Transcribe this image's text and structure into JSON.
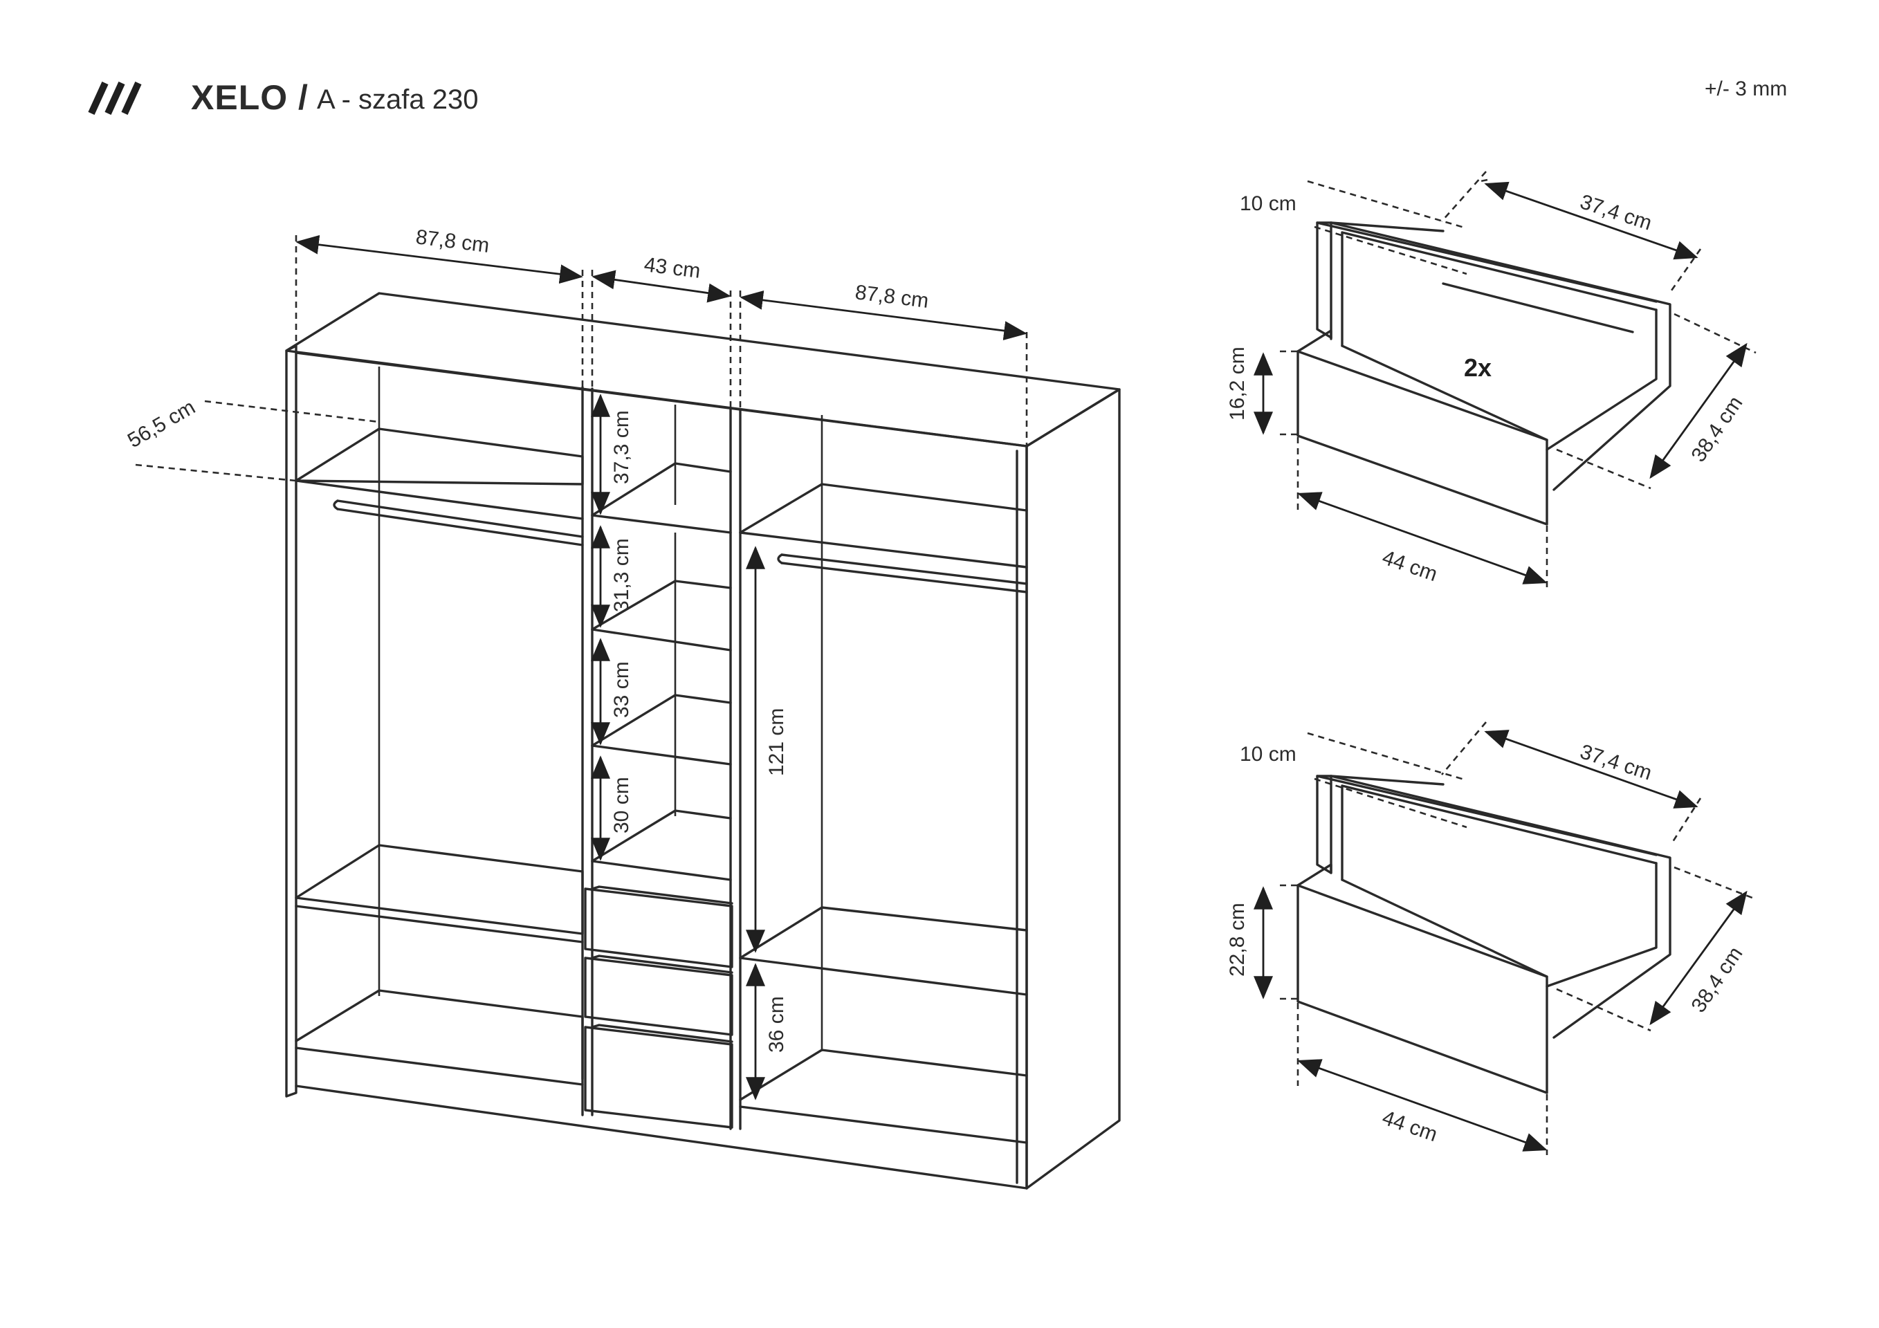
{
  "header": {
    "brand": "XELO /",
    "model": "A - szafa 230",
    "tolerance": "+/- 3 mm"
  },
  "wardrobe": {
    "width_left": "87,8 cm",
    "width_middle": "43 cm",
    "width_right": "87,8 cm",
    "depth": "56,5 cm",
    "shelf_1": "37,3 cm",
    "shelf_2": "31,3 cm",
    "shelf_3": "33 cm",
    "shelf_4": "30 cm",
    "hanging": "121 cm",
    "bottom": "36 cm"
  },
  "drawer_top": {
    "count": "2x",
    "front_thickness": "10 cm",
    "inner_width": "37,4 cm",
    "inner_depth": "38,4 cm",
    "height": "16,2 cm",
    "front_width": "44 cm"
  },
  "drawer_bottom": {
    "front_thickness": "10 cm",
    "inner_width": "37,4 cm",
    "inner_depth": "38,4 cm",
    "height": "22,8 cm",
    "front_width": "44 cm"
  }
}
